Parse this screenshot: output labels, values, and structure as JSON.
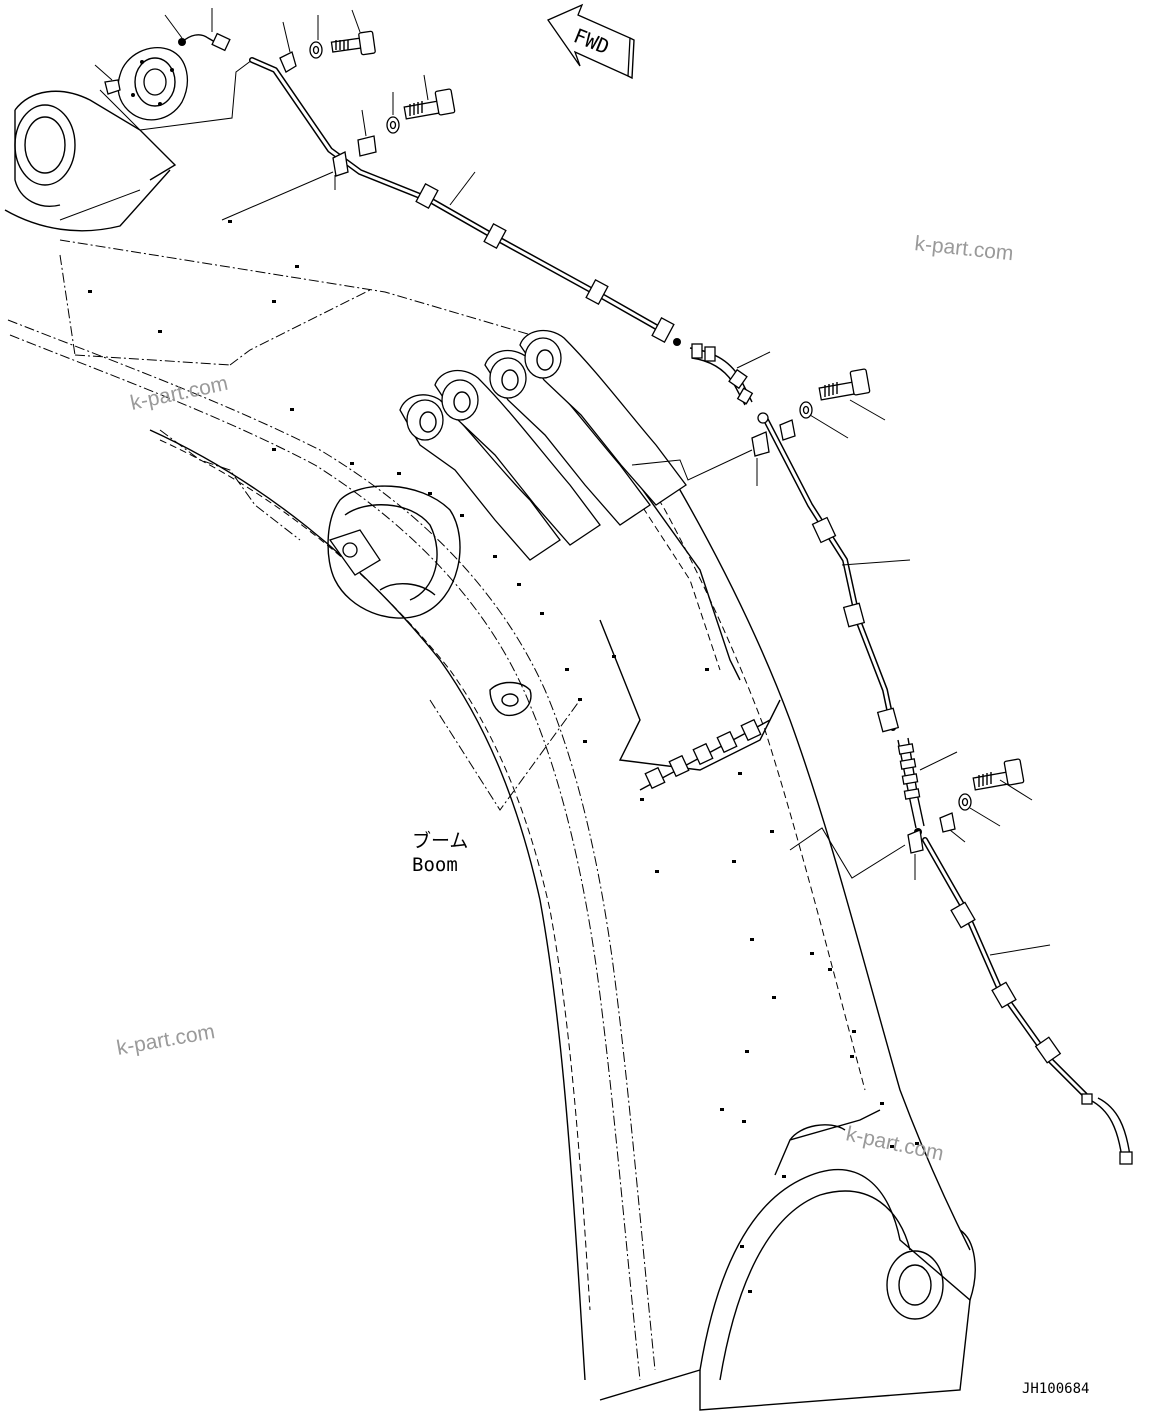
{
  "diagram": {
    "fwd_label": "FWD",
    "part_label_jp": "ブーム",
    "part_label_en": "Boom",
    "drawing_code": "JH100684",
    "watermarks": [
      "k-part.com",
      "k-part.com",
      "k-part.com",
      "k-part.com"
    ]
  }
}
